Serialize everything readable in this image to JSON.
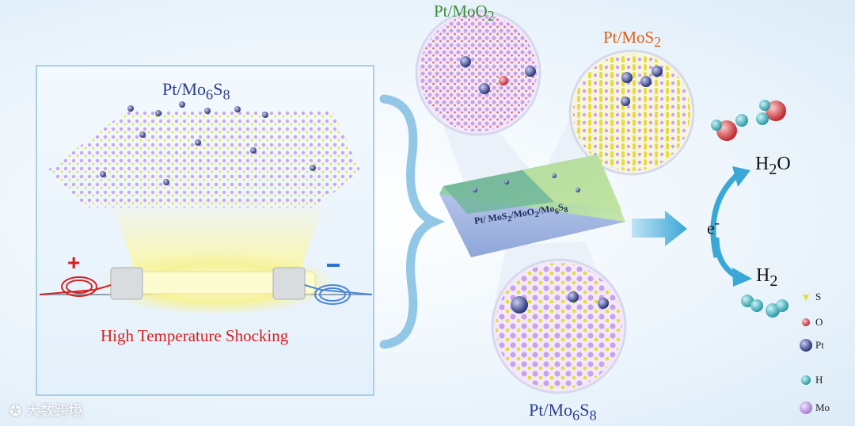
{
  "left_panel": {
    "title_main": "Pt/Mo",
    "title_sub1": "6",
    "title_mid": "S",
    "title_sub2": "8",
    "plus_sign": "+",
    "caption": "High Temperature Shocking"
  },
  "insets": {
    "moo2_main": "Pt/MoO",
    "moo2_sub": "2",
    "mos2_main": "Pt/MoS",
    "mos2_sub": "2",
    "mo6s8_main": "Pt/Mo",
    "mo6s8_sub1": "6",
    "mo6s8_mid": "S",
    "mo6s8_sub2": "8"
  },
  "slab_label": {
    "p1": "Pt/ MoS",
    "s1": "2",
    "p2": "/MoO",
    "s2": "2",
    "p3": "/Mo",
    "s3": "6",
    "p4": "S",
    "s4": "8"
  },
  "reaction": {
    "h2o_main": "H",
    "h2o_sub": "2",
    "h2o_end": "O",
    "electron_main": "e",
    "electron_sup": "-",
    "h2_main": "H",
    "h2_sub": "2"
  },
  "legend": [
    {
      "label": "S",
      "color": "#e8dc3a"
    },
    {
      "label": "O",
      "color": "#e0555a"
    },
    {
      "label": "Pt",
      "color": "#4a5aa8"
    },
    {
      "label": "H",
      "color": "#3fb3c0"
    },
    {
      "label": "Mo",
      "color": "#c9a3e8"
    }
  ],
  "watermark": "大数跨境"
}
